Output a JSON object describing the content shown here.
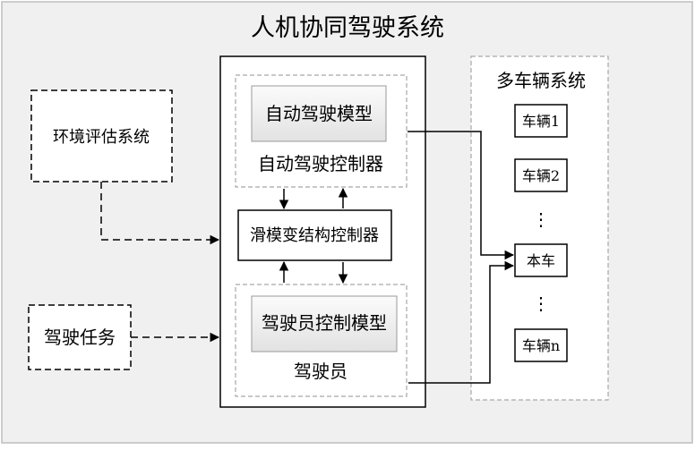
{
  "title": "人机协同驾驶系统",
  "env_system": {
    "label": "环境评估系统"
  },
  "driving_task": {
    "label": "驾驶任务"
  },
  "auto_controller": {
    "model_label": "自动驾驶模型",
    "group_label": "自动驾驶控制器"
  },
  "sliding_controller": {
    "label": "滑模变结构控制器"
  },
  "driver": {
    "model_label": "驾驶员控制模型",
    "group_label": "驾驶员"
  },
  "multi_vehicle": {
    "title": "多车辆系统",
    "vehicles": [
      "车辆1",
      "车辆2",
      "本车",
      "车辆n"
    ],
    "ellipsis": "⋮"
  },
  "colors": {
    "frame_fill": "#f0f0f0",
    "panel_fill": "#ffffff",
    "model_fill": "#e8e8e8",
    "stroke": "#000000",
    "dash_group": "#a6a6a6"
  }
}
